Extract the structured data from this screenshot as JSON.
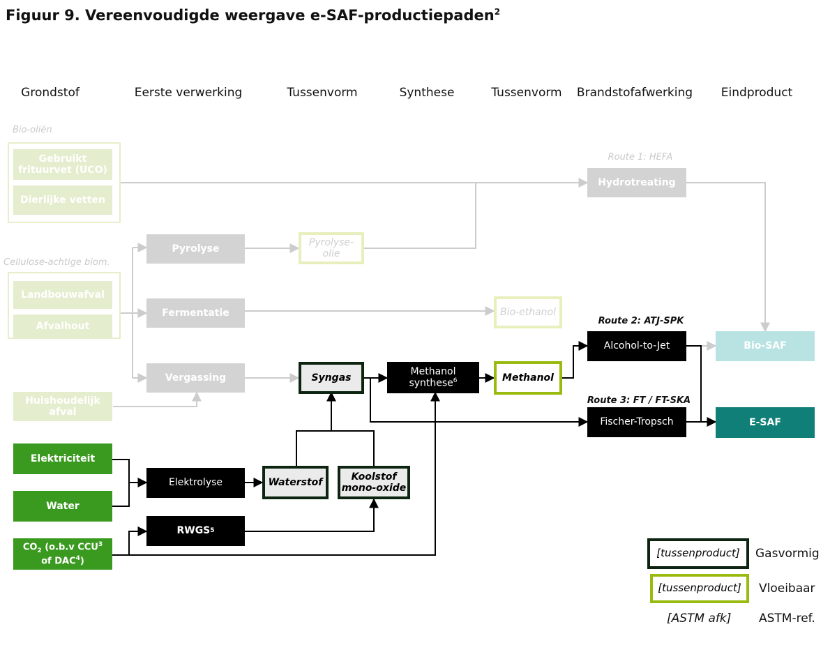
{
  "title": {
    "text": "Figuur 9. Vereenvoudigde weergave e-SAF-productiepaden",
    "sup": "2"
  },
  "columns": [
    "Grondstof",
    "Eerste verwerking",
    "Tussenvorm",
    "Synthese",
    "Tussenvorm",
    "Brandstofafwerking",
    "Eindproduct"
  ],
  "group_labels": {
    "bio_oils": "Bio-oliën",
    "cellulose": "Cellulose-achtige biom."
  },
  "routes": {
    "hefa": "Route 1: HEFA",
    "atj": "Route 2: ATJ-SPK",
    "ft": "Route 3: FT / FT-SKA"
  },
  "feedstocks": {
    "uco": "Gebruikt frituurvet (UCO)",
    "dierlijke": "Dierlijke vetten",
    "landbouw": "Landbouwafval",
    "afvalhout": "Afvalhout",
    "huishoudelijk": "Huishoudelijk afval",
    "elektriciteit": "Elektriciteit",
    "water": "Water",
    "co2_main": "CO",
    "co2_sub": "2",
    "co2_rest1": " (o.b.v CCU",
    "co2_sup1": "3",
    "co2_rest2": "of DAC",
    "co2_sup2": "4",
    "co2_rest3": ")"
  },
  "processing": {
    "pyrolyse": "Pyrolyse",
    "fermentatie": "Fermentatie",
    "vergassing": "Vergassing",
    "elektrolyse": "Elektrolyse",
    "rwgs": "RWGS",
    "rwgs_sup": "5"
  },
  "intermediates": {
    "pyrolyse_olie": "Pyrolyse-olie",
    "bio_ethanol": "Bio-ethanol",
    "syngas": "Syngas",
    "waterstof": "Waterstof",
    "koolstof": "Koolstof mono-oxide",
    "methanol": "Methanol"
  },
  "synthesis": {
    "methanol_synthese": "Methanol synthese",
    "sup": "6"
  },
  "finishing": {
    "hydrotreating": "Hydrotreating",
    "atj": "Alcohol-to-Jet",
    "ft": "Fischer-Tropsch"
  },
  "products": {
    "biosaf": "Bio-SAF",
    "esaf": "E-SAF"
  },
  "legend": {
    "gas_box": "[tussenproduct]",
    "gas_label": "Gasvormig",
    "liq_box": "[tussenproduct]",
    "liq_label": "Vloeibaar",
    "astm_box": "[ASTM afk]",
    "astm_label": "ASTM-ref."
  },
  "colors": {
    "renewable_green": "#3a9a1f",
    "process_black": "#000000",
    "gas_border": "#0c2410",
    "liquid_border": "#99bb11",
    "biosaf": "#b8e3e2",
    "esaf": "#0f7f77",
    "faded_gray": "#d3d3d3"
  }
}
